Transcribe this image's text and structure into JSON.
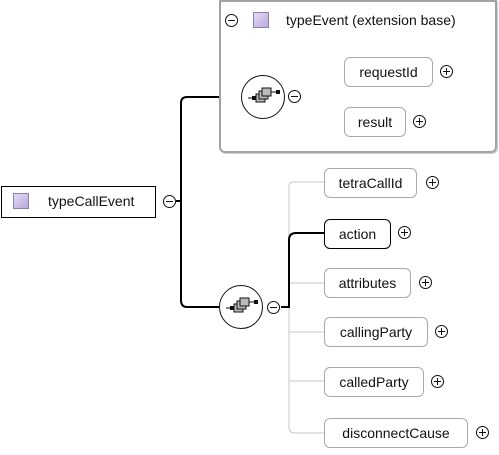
{
  "root": {
    "label": "typeCallEvent",
    "icon": "complex-type-icon"
  },
  "extension": {
    "label": "typeEvent (extension base)",
    "icon": "complex-type-icon",
    "compositor_icon": "sequence-compositor-icon",
    "elements": [
      {
        "label": "requestId"
      },
      {
        "label": "result"
      }
    ]
  },
  "sequence": {
    "compositor_icon": "sequence-compositor-icon",
    "elements": [
      {
        "label": "tetraCallId"
      },
      {
        "label": "action"
      },
      {
        "label": "attributes"
      },
      {
        "label": "callingParty"
      },
      {
        "label": "calledParty"
      },
      {
        "label": "disconnectCause"
      }
    ]
  },
  "colors": {
    "connector_active": "#000000",
    "connector_inactive": "#c8c8c8",
    "type_icon": "#b9a7dc"
  }
}
